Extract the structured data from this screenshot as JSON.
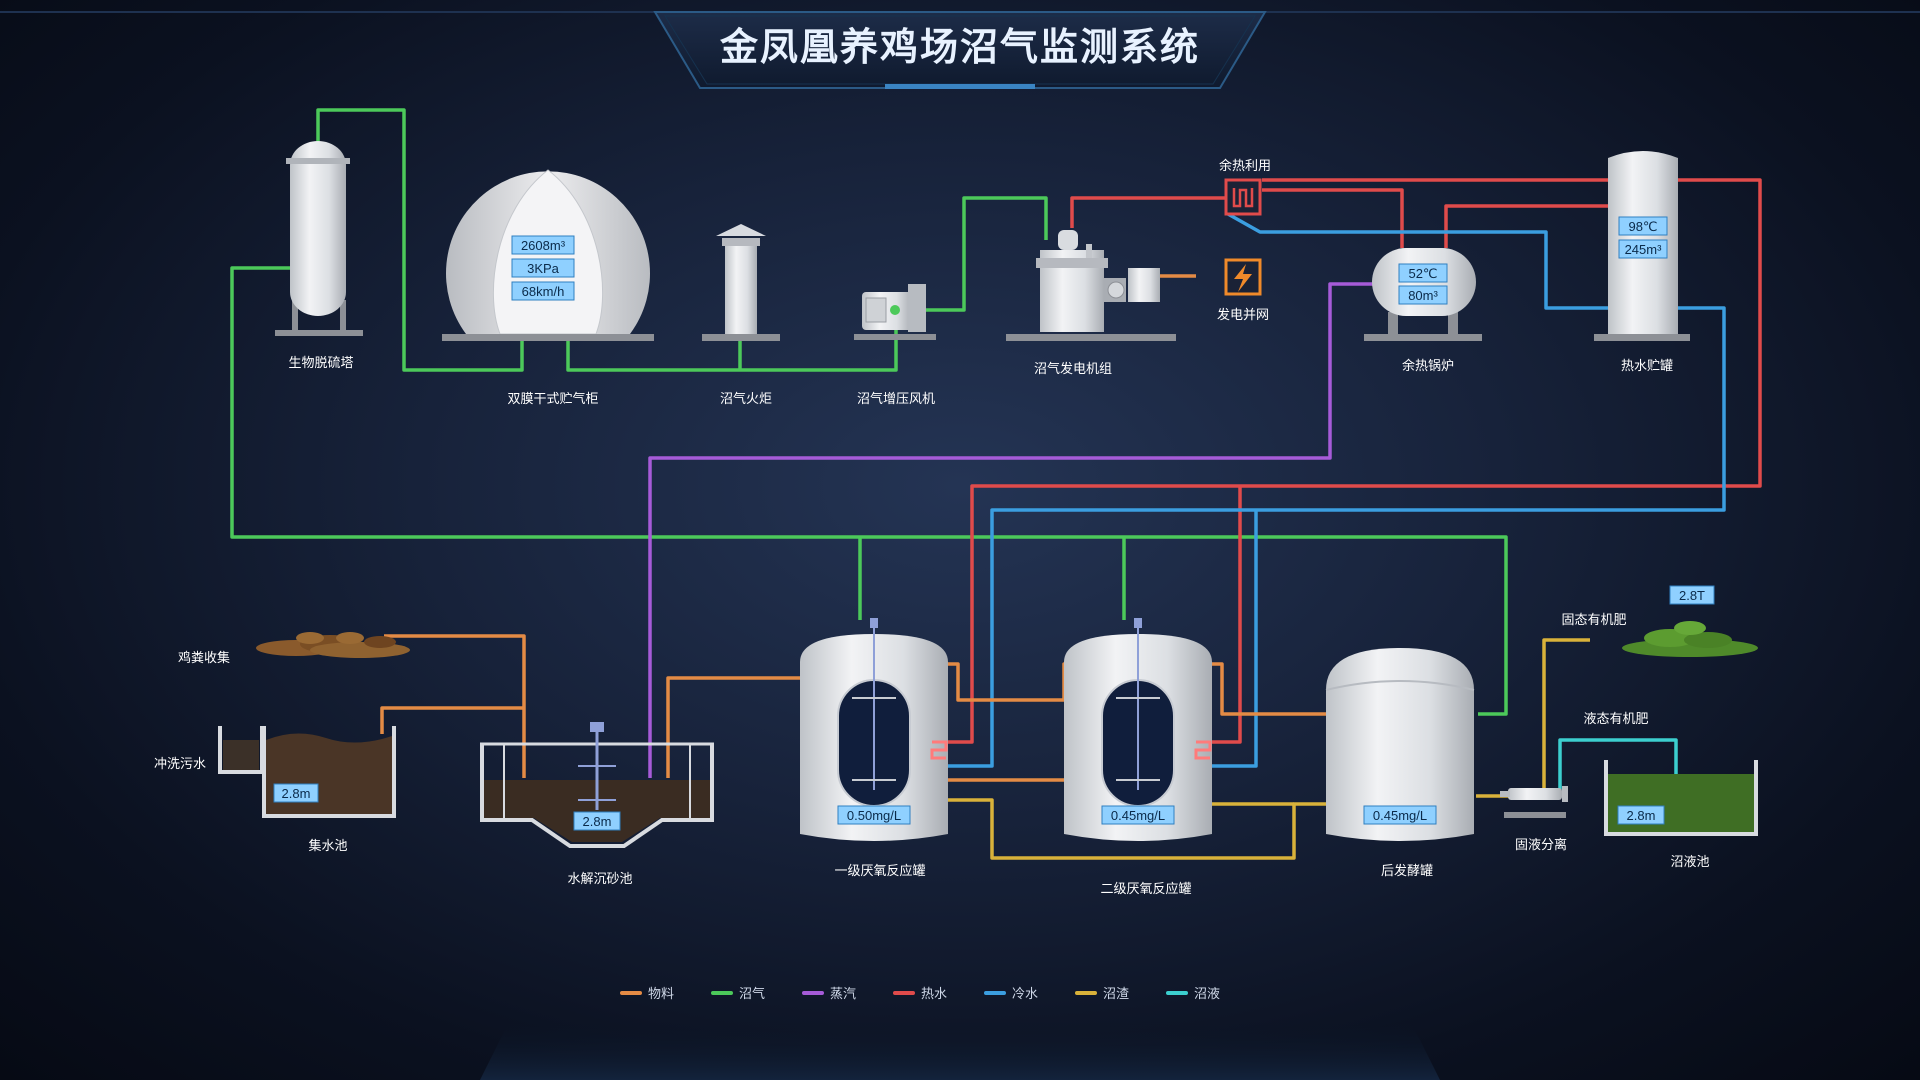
{
  "title": "金凤凰养鸡场沼气监测系统",
  "colors": {
    "material": "#e48b45",
    "biogas": "#4cc95a",
    "steam": "#a65bd8",
    "hot_water": "#e04b4b",
    "cold_water": "#3b9ee0",
    "residue": "#d9b23a",
    "slurry": "#3ccfcf",
    "value_box": "#8fd0ff"
  },
  "equipment": {
    "desulfurizer": {
      "label": "生物脱硫塔"
    },
    "gas_holder": {
      "label": "双膜干式贮气柜",
      "volume": "2608m³",
      "pressure": "3KPa",
      "flow": "68km/h"
    },
    "flare": {
      "label": "沼气火炬"
    },
    "blower": {
      "label": "沼气增压风机"
    },
    "generator": {
      "label": "沼气发电机组"
    },
    "waste_heat": {
      "label": "余热利用",
      "icon": "heat-exchanger-icon"
    },
    "grid": {
      "label": "发电并网",
      "icon": "lightning-icon"
    },
    "boiler": {
      "label": "余热锅炉",
      "temp": "52℃",
      "volume": "80m³"
    },
    "hot_tank": {
      "label": "热水贮罐",
      "temp": "98℃",
      "volume": "245m³"
    },
    "manure": {
      "label": "鸡粪收集"
    },
    "wash_water": {
      "label": "冲洗污水"
    },
    "collect_pool": {
      "label": "集水池",
      "level": "2.8m"
    },
    "hydrolysis_pool": {
      "label": "水解沉砂池",
      "level": "2.8m"
    },
    "reactor1": {
      "label": "一级厌氧反应罐",
      "value": "0.50mg/L"
    },
    "reactor2": {
      "label": "二级厌氧反应罐",
      "value": "0.45mg/L"
    },
    "post_tank": {
      "label": "后发酵罐",
      "value": "0.45mg/L"
    },
    "separator": {
      "label": "固液分离"
    },
    "solid_fert": {
      "label": "固态有机肥",
      "value": "2.8T"
    },
    "liquid_fert": {
      "label": "液态有机肥"
    },
    "slurry_pool": {
      "label": "沼液池",
      "level": "2.8m"
    }
  },
  "legend": [
    {
      "label": "物料",
      "color": "#e48b45"
    },
    {
      "label": "沼气",
      "color": "#4cc95a"
    },
    {
      "label": "蒸汽",
      "color": "#a65bd8"
    },
    {
      "label": "热水",
      "color": "#e04b4b"
    },
    {
      "label": "冷水",
      "color": "#3b9ee0"
    },
    {
      "label": "沼渣",
      "color": "#d9b23a"
    },
    {
      "label": "沼液",
      "color": "#3ccfcf"
    }
  ]
}
